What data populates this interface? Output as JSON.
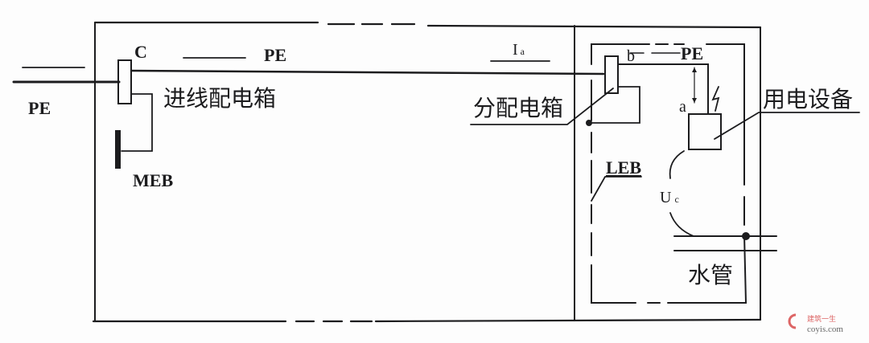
{
  "diagram": {
    "labels": {
      "pe_incoming": "PE",
      "c_point": "C",
      "pe_main": "PE",
      "incoming_box": "进线配电箱",
      "meb": "MEB",
      "ia": "I",
      "ia_sub": "a",
      "distribution_box": "分配电箱",
      "b_point": "b",
      "pe_branch": "PE",
      "a_point": "a",
      "equipment": "用电设备",
      "leb": "LEB",
      "uc": "U",
      "uc_sub": "c",
      "water_pipe": "水管"
    },
    "watermark": {
      "cn": "建筑一生",
      "site": "coyis.com"
    },
    "colors": {
      "line": "#1c1c1e",
      "background": "#fdfdfd",
      "watermark_accent": "#dd6666"
    }
  }
}
